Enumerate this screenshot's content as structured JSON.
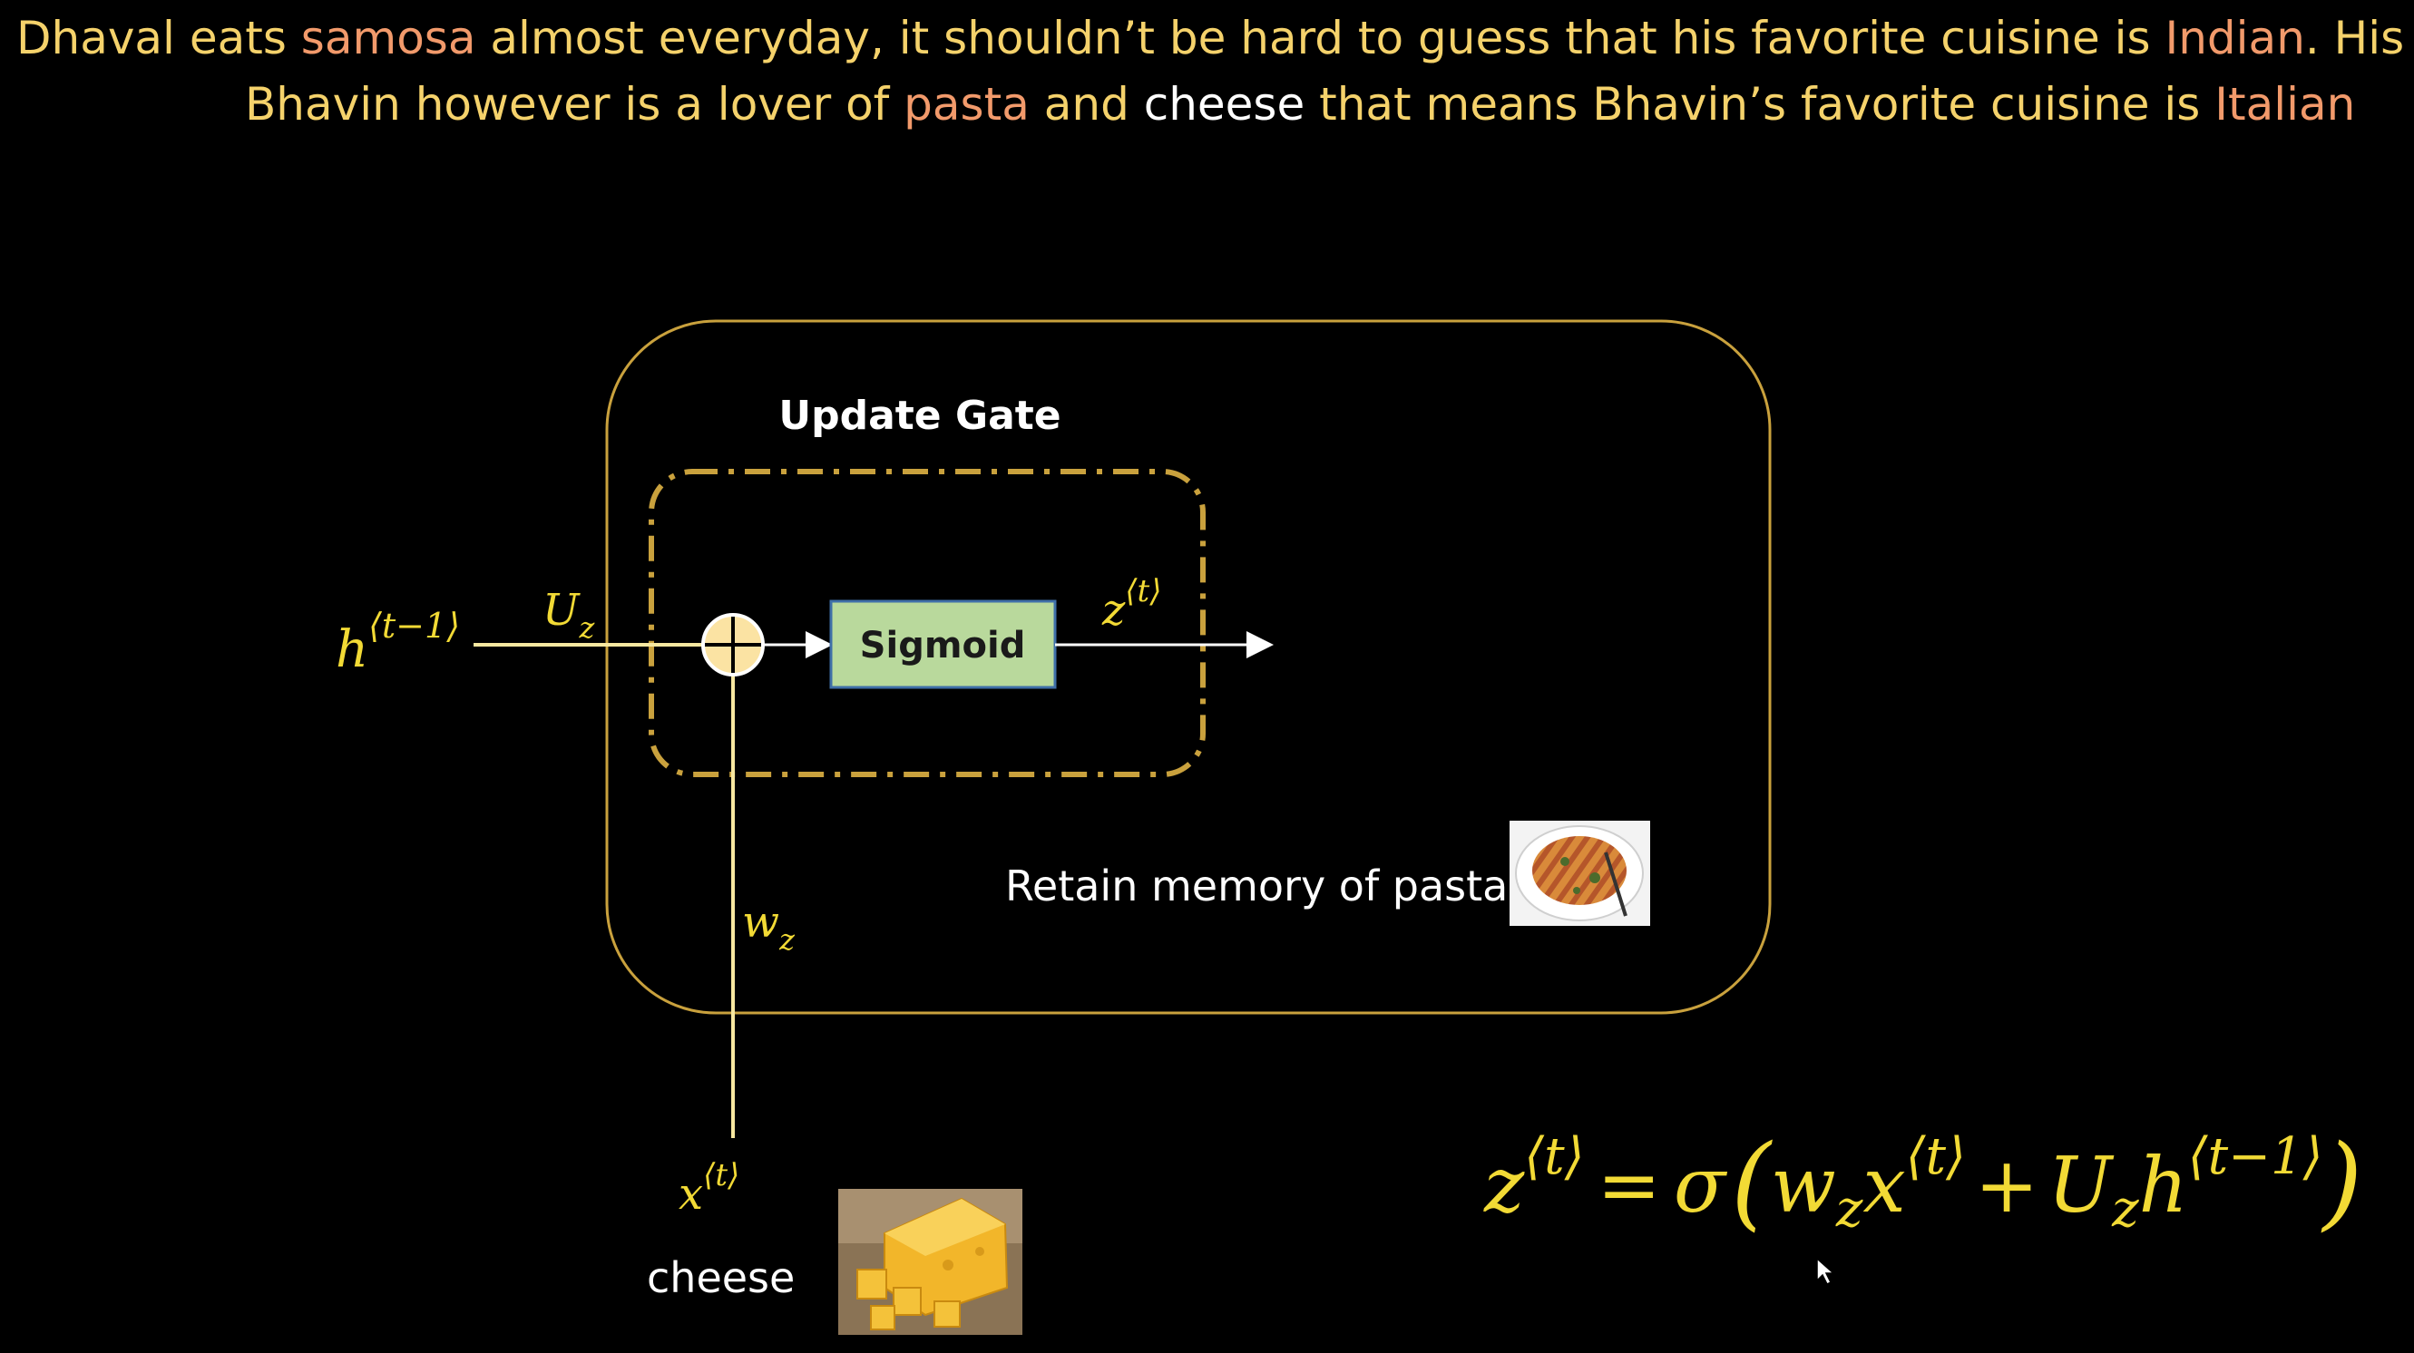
{
  "header": {
    "line1": [
      {
        "text": "Dhaval eats ",
        "style": "default"
      },
      {
        "text": "samosa",
        "style": "orange"
      },
      {
        "text": " almost everyday, it shouldn’t be hard to guess that his favorite cuisine is ",
        "style": "default"
      },
      {
        "text": "Indian",
        "style": "orange"
      },
      {
        "text": ". His bro",
        "style": "default"
      }
    ],
    "line2": [
      {
        "text": "Bhavin however is a lover of ",
        "style": "default"
      },
      {
        "text": "pasta",
        "style": "orange"
      },
      {
        "text": " and ",
        "style": "default"
      },
      {
        "text": "cheese",
        "style": "white"
      },
      {
        "text": " that means Bhavin’s favorite cuisine is ",
        "style": "default"
      },
      {
        "text": "Italian",
        "style": "orange"
      }
    ]
  },
  "diagram": {
    "title": "Update Gate",
    "sigmoid_label": "Sigmoid",
    "input_h": {
      "base": "h",
      "sup": "⟨t−1⟩"
    },
    "weight_u": {
      "base": "U",
      "sub": "z"
    },
    "output_z": {
      "base": "z",
      "sup": "⟨t⟩"
    },
    "weight_w": {
      "base": "w",
      "sub": "z"
    },
    "input_x": {
      "base": "x",
      "sup": "⟨t⟩"
    },
    "retain_text": "Retain memory of pasta",
    "cheese_text": "cheese",
    "pasta_image_alt": "pasta",
    "cheese_image_alt": "cheese"
  },
  "equation": {
    "lhs_base": "z",
    "lhs_sup": "⟨t⟩",
    "equals": "=",
    "sigma": "σ",
    "open_paren": "(",
    "w": "w",
    "w_sub": "z",
    "x": "x",
    "x_sup": "⟨t⟩",
    "plus": "+",
    "U": "U",
    "U_sub": "z",
    "h": "h",
    "h_sup": "⟨t−1⟩",
    "close_paren": ")"
  },
  "colors": {
    "background": "#000000",
    "text_yellow": "#f5d26b",
    "text_orange": "#f29a6b",
    "math_yellow": "#f2da35",
    "gate_border": "#c9a13d",
    "sigmoid_fill": "#b9d99c",
    "sigmoid_border": "#3f6fa8"
  }
}
